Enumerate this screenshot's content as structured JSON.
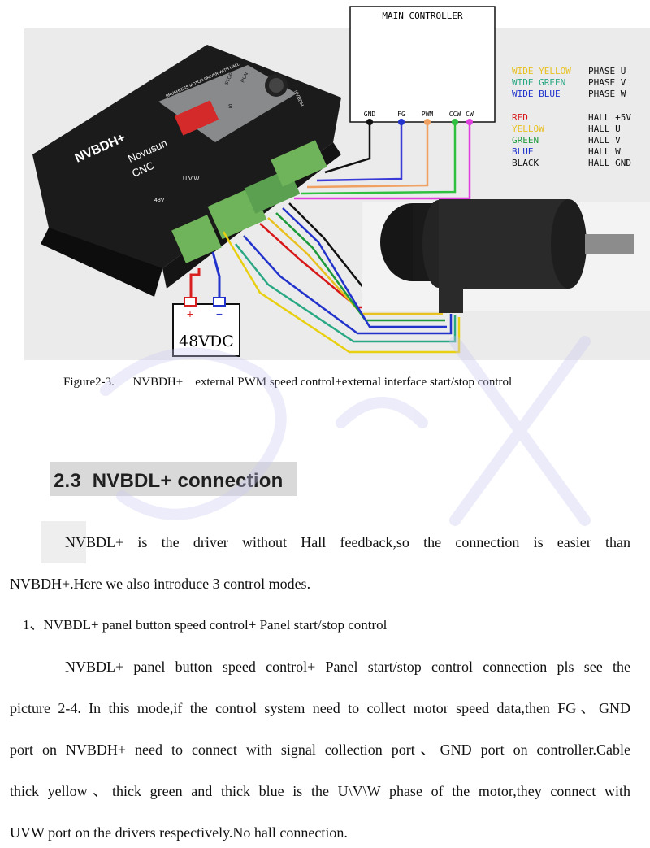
{
  "figure": {
    "controller_title": "MAIN CONTROLLER",
    "controller_pins": [
      "GND",
      "FG",
      "PWM",
      "CCW",
      "CW"
    ],
    "driver_brand": "NVBDH+",
    "driver_maker": "Novusun",
    "driver_maker2": "CNC",
    "driver_subtitle": "BRUSHLESS MOTOR DRIVER WITH HALL",
    "driver_buttons": [
      "RUN",
      "STOP",
      "S"
    ],
    "driver_side_label": "NVBDH",
    "driver_power_label": "48V",
    "driver_phase_label": "U  V  W",
    "power_plus": "+",
    "power_minus": "−",
    "power_label": "48VDC",
    "legend_colors": [
      "WIDE YELLOW",
      "WIDE GREEN",
      "WIDE BLUE",
      "RED",
      "YELLOW",
      "GREEN",
      "BLUE",
      "BLACK"
    ],
    "legend_signals": [
      "PHASE U",
      "PHASE V",
      "PHASE W",
      "HALL +5V",
      "HALL U",
      "HALL V",
      "HALL W",
      "HALL GND"
    ],
    "legend_color_hex": [
      "#e8c020",
      "#2aa884",
      "#2233cc",
      "#d81818",
      "#e8c020",
      "#1e9a3c",
      "#2233cc",
      "#111111"
    ]
  },
  "caption": "Figure2-3.      NVBDH+    external PWM speed control+external interface start/stop control",
  "section_heading": "2.3  NVBDL+ connection",
  "paragraph1_line1": "NVBDL+ is the driver without Hall feedback,so the connection is easier than",
  "paragraph1_line2": "NVBDH+.Here we also introduce 3 control modes.",
  "list_item": "1、NVBDL+ panel button speed control+ Panel start/stop control",
  "paragraph2": {
    "line1": "NVBDL+ panel button speed control+ Panel start/stop control connection pls see the",
    "line2": "picture 2-4. In this mode,if the control system need to collect motor speed data,then FG、GND",
    "line3": "port on NVBDH+ need to connect with signal collection port、GND port on controller.Cable",
    "line4": "thick yellow、thick green and thick blue is the U\\V\\W phase of the motor,they connect with",
    "line5": "UVW port on the drivers respectively.No hall connection."
  }
}
